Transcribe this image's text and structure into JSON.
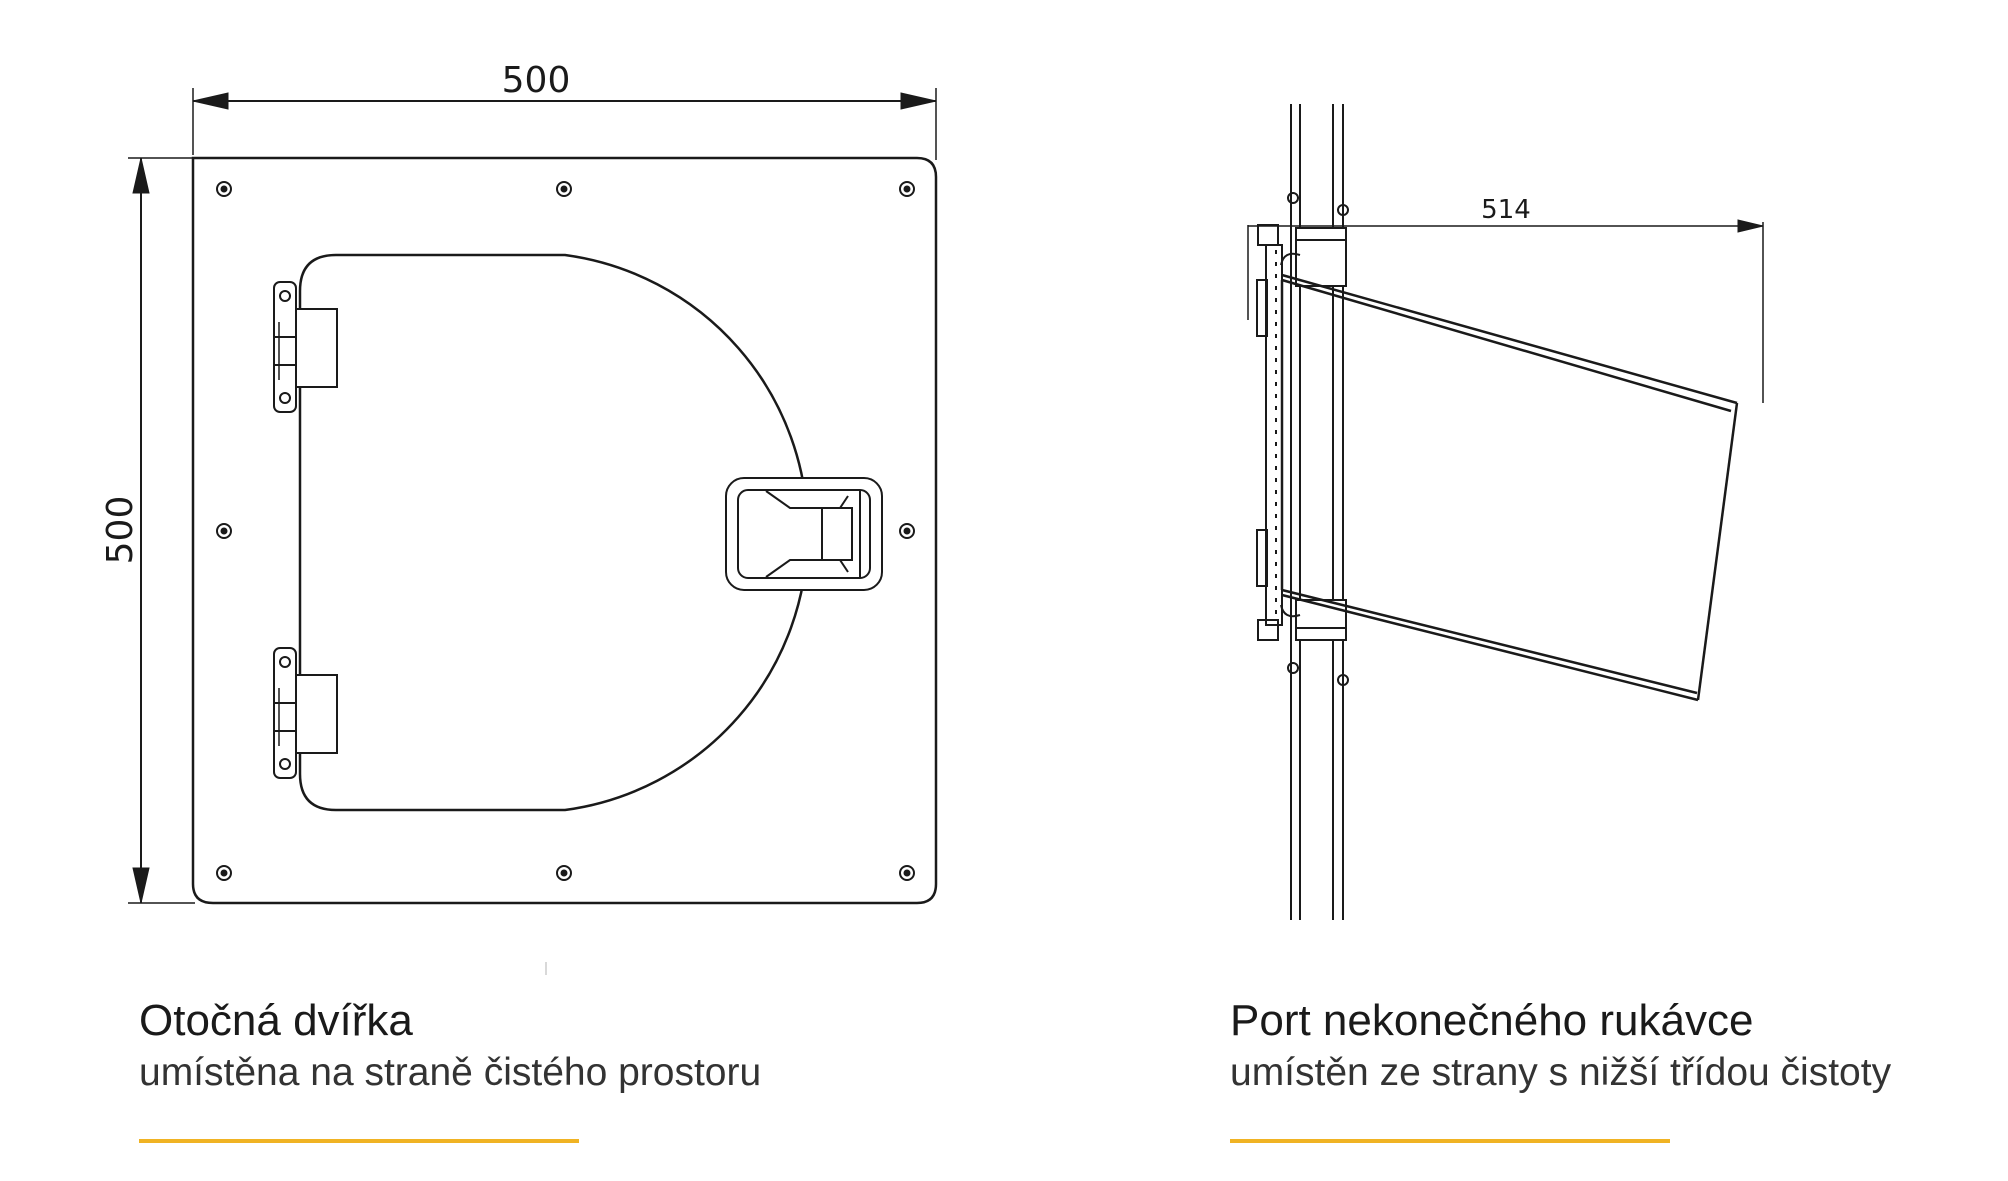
{
  "left_view": {
    "dim_width": "500",
    "dim_height": "500",
    "caption_title": "Otočná dvířka",
    "caption_subtitle": "umístěna na straně čistého prostoru"
  },
  "right_view": {
    "dim_length": "514",
    "caption_title": "Port nekonečného rukávce",
    "caption_subtitle": "umístěn ze strany s nižší třídou čistoty"
  },
  "colors": {
    "accent": "#F0B323",
    "line": "#1a1a1a"
  }
}
